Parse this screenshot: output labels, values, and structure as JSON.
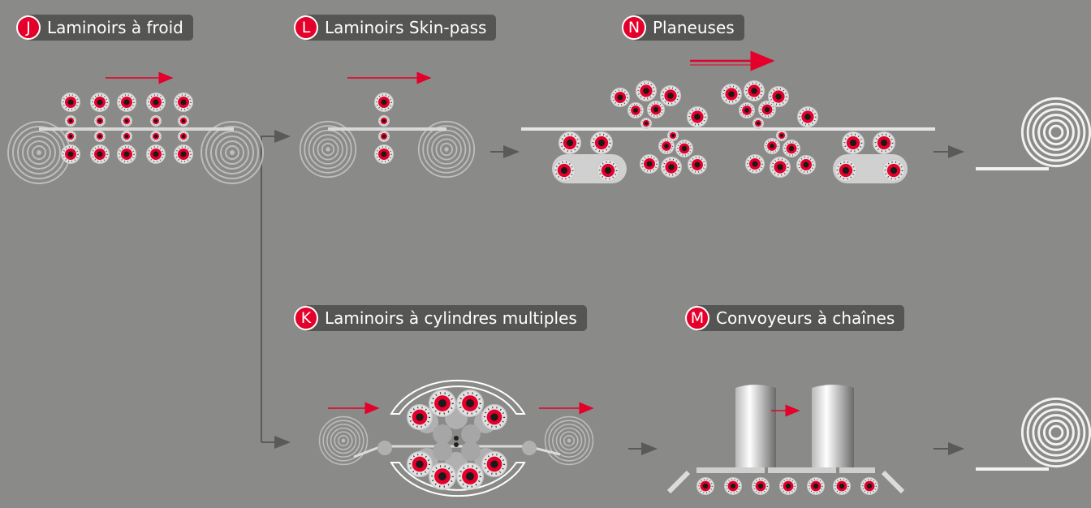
{
  "labels": {
    "j": {
      "letter": "J",
      "text": "Laminoirs à froid"
    },
    "l": {
      "letter": "L",
      "text": "Laminoirs Skin-pass"
    },
    "n": {
      "letter": "N",
      "text": "Planeuses"
    },
    "k": {
      "letter": "K",
      "text": "Laminoirs à cylindres multiples"
    },
    "m": {
      "letter": "M",
      "text": "Convoyeurs à chaînes"
    }
  },
  "colors": {
    "background": "#8a8a88",
    "accent": "#e4002b",
    "tag": "#555553",
    "roll": "#dcdcdc"
  }
}
